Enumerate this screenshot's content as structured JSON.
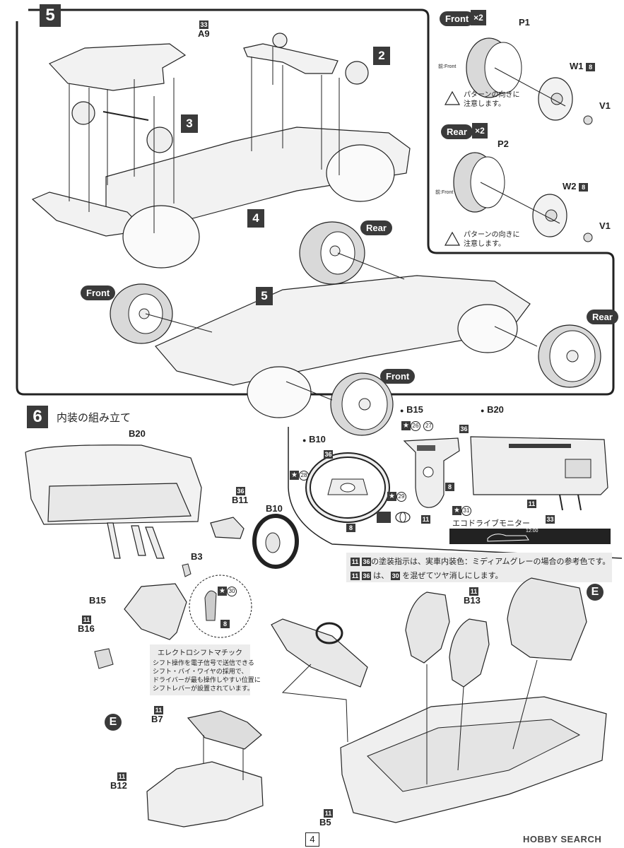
{
  "step5": {
    "number": "5",
    "sub_steps": [
      "2",
      "3",
      "4",
      "5"
    ],
    "parts": {
      "a9": "A9",
      "a9_color": "33"
    },
    "tires": {
      "front_label": "Front",
      "rear_label": "Rear"
    }
  },
  "wheel_panel": {
    "front": {
      "label": "Front",
      "count": "×2",
      "tire": "P1",
      "wheel": "W1",
      "wheel_color": "8",
      "cap": "V1",
      "direction": "前:Front",
      "caution": "パターンの向きに\n注意します。"
    },
    "rear": {
      "label": "Rear",
      "count": "×2",
      "tire": "P2",
      "wheel": "W2",
      "wheel_color": "8",
      "cap": "V1",
      "direction": "前:Front",
      "caution": "パターンの向きに\n注意します。"
    }
  },
  "step6": {
    "number": "6",
    "title": "内装の組み立て",
    "parts": {
      "b20": "B20",
      "b11": "B11",
      "b11_color": "36",
      "b10": "B10",
      "b3": "B3",
      "b15": "B15",
      "b16": "B16",
      "b16_color": "11",
      "b13": "B13",
      "b13_color": "11",
      "b7": "B7",
      "b7_color": "11",
      "b12": "B12",
      "b12_color": "11",
      "b5": "B5",
      "b5_color": "11",
      "e_marker": "E"
    },
    "shift_knob": {
      "star_color": "30",
      "color": "8"
    },
    "shift_note": {
      "title": "エレクトロシフトマチック",
      "body": "シフト操作を電子信号で送信できる\nシフト・バイ・ワイヤの採用で、\nドライバーが最も操作しやすい位置に\nシフトレバーが設置されています。"
    },
    "detail_b10": {
      "label": "B10",
      "color36": "36",
      "star28": "28",
      "star29": "29",
      "color8": "8"
    },
    "detail_b15": {
      "label": "B15",
      "c26": "26",
      "c27": "27",
      "c8": "8",
      "c11": "11"
    },
    "detail_b20": {
      "label": "B20",
      "c36": "36",
      "c11": "11",
      "c33": "33",
      "star31": "31",
      "monitor_label": "エコドライブモニター",
      "screen_time": "12:00"
    },
    "notes": {
      "line1_colors": [
        "11",
        "36"
      ],
      "line1": "の塗装指示は、実車内装色：ミディアムグレーの場合の参考色です。",
      "line2_colors": [
        "11",
        "36"
      ],
      "line2_mid": "は、",
      "line2_color": "30",
      "line2_end": "を混ぜてツヤ消しにします。"
    }
  },
  "footer": {
    "page_number": "4",
    "watermark": "HOBBY SEARCH"
  },
  "colors": {
    "badge": "#3a3a3a",
    "line": "#222222",
    "tire_fill": "#d9d9d9",
    "part_fill": "#efefef"
  }
}
